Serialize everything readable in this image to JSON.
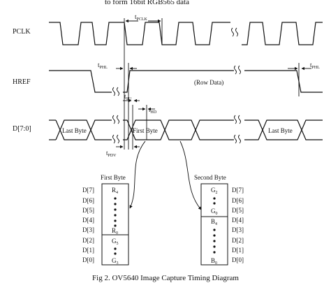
{
  "header_fragment": "to form 16bit RGB565 data",
  "signals": {
    "pclk": "PCLK",
    "href": "HREF",
    "data": "D[7:0]"
  },
  "timing": {
    "t_pclk": {
      "base": "t",
      "sub": "PCLK"
    },
    "t_phl_left": {
      "base": "t",
      "sub": "PHL"
    },
    "t_phl_right": {
      "base": "t",
      "sub": "PHL"
    },
    "t_su": {
      "base": "t",
      "sub": "SU"
    },
    "t_hd": {
      "base": "t",
      "sub": "HD"
    },
    "t_pdv": {
      "base": "t",
      "sub": "PDV"
    }
  },
  "row_data": "(Row Data)",
  "data_segments": {
    "last_byte_left": "Last Byte",
    "first_byte": "First Byte",
    "last_byte_right": "Last Byte"
  },
  "first_byte_box": {
    "title": "First Byte",
    "bit_labels": [
      "D[7]",
      "D[6]",
      "D[5]",
      "D[4]",
      "D[3]",
      "D[2]",
      "D[1]",
      "D[0]"
    ],
    "top": {
      "base": "R",
      "sub": "4"
    },
    "mid_top": {
      "base": "R",
      "sub": "0"
    },
    "mid_bottom": {
      "base": "G",
      "sub": "5"
    },
    "bottom": {
      "base": "G",
      "sub": "3"
    }
  },
  "second_byte_box": {
    "title": "Second Byte",
    "bit_labels": [
      "D[7]",
      "D[6]",
      "D[5]",
      "D[4]",
      "D[3]",
      "D[2]",
      "D[1]",
      "D[0]"
    ],
    "top": {
      "base": "G",
      "sub": "2"
    },
    "mid_top": {
      "base": "G",
      "sub": "0"
    },
    "mid_bottom": {
      "base": "B",
      "sub": "4"
    },
    "bottom": {
      "base": "B",
      "sub": "0"
    }
  },
  "caption": "Fig 2. OV5640 Image Capture Timing Diagram"
}
